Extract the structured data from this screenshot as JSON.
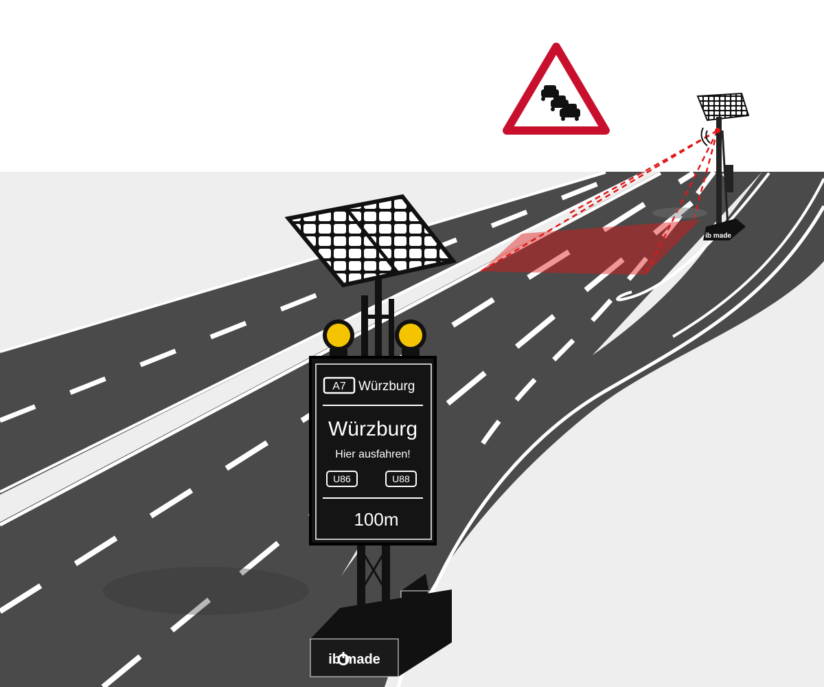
{
  "warning_sign": {
    "icon": "traffic-jam-icon",
    "border_color": "#c8102e"
  },
  "sign": {
    "route_badge": "A7",
    "header_destination": "Würzburg",
    "main_destination": "Würzburg",
    "instruction": "Hier ausfahren!",
    "detour_left": "U86",
    "detour_right": "U88",
    "distance": "100m",
    "panel_color": "#141414",
    "beacon_color": "#f5c400"
  },
  "brand": {
    "near_trailer": "ib made",
    "far_trailer": "ib made"
  },
  "colors": {
    "road": "#4a4a4a",
    "ground": "#eeeeee",
    "sensor_beam": "#e01818"
  }
}
